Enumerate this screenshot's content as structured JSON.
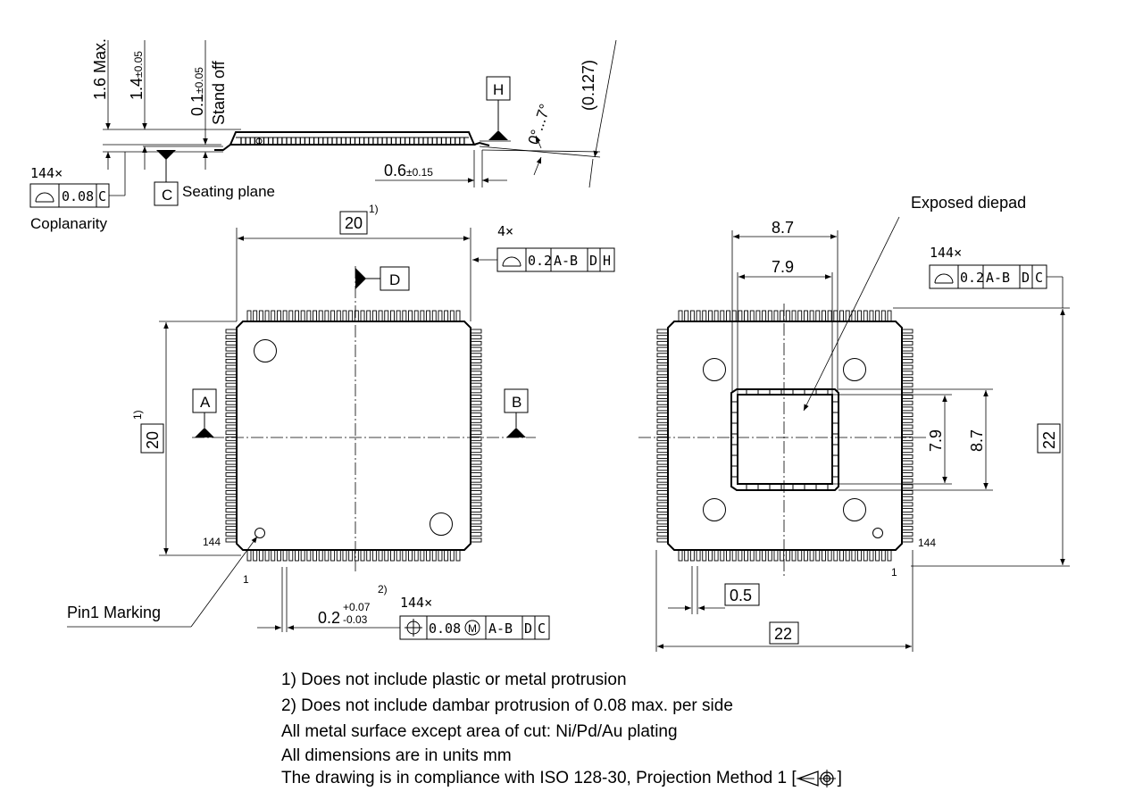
{
  "side_view": {
    "max_height": "1.6 Max.",
    "body_height": "1.4",
    "body_height_tol": "±0.05",
    "standoff": "0.1",
    "standoff_tol": "±0.05",
    "standoff_label": "Stand off",
    "datum_h": "H",
    "angle": "0°...7°",
    "lead_thickness": "(0.127)",
    "foot_length": "0.6",
    "foot_length_tol": "±0.15",
    "datum_c": "C",
    "seating_plane": "Seating plane",
    "coplanarity_count": "144×",
    "coplanarity_value": "0.08",
    "coplanarity_datum": "C",
    "coplanarity_label": "Coplanarity"
  },
  "top_view": {
    "width": "20",
    "width_note": "1)",
    "height": "20",
    "height_note": "1)",
    "profile_count": "4×",
    "profile_fcf": [
      "0.2",
      "A-B",
      "D",
      "H"
    ],
    "datum_a": "A",
    "datum_b": "B",
    "datum_d": "D",
    "pin_144": "144",
    "pin_1": "1",
    "pin1_marking": "Pin1 Marking",
    "lead_width": "0.2",
    "lead_width_tol_plus": "+0.07",
    "lead_width_tol_minus": "-0.03",
    "lead_width_note": "2)",
    "position_count": "144×",
    "position_fcf": [
      "0.08",
      "M",
      "A-B",
      "D",
      "C"
    ]
  },
  "bottom_view": {
    "exposed_diepad": "Exposed diepad",
    "pad_outer_w": "8.7",
    "pad_inner_w": "7.9",
    "pad_inner_h": "7.9",
    "pad_outer_h": "8.7",
    "profile_count": "144×",
    "profile_fcf": [
      "0.2",
      "A-B",
      "D",
      "C"
    ],
    "overall_height": "22",
    "overall_width": "22",
    "pitch": "0.5",
    "pin_144": "144",
    "pin_1": "1"
  },
  "notes": [
    "1) Does not include plastic or metal protrusion",
    "2) Does not include dambar protrusion of 0.08 max. per side",
    "All metal surface except area of cut: Ni/Pd/Au plating",
    "All dimensions are in units mm",
    "The drawing is in compliance with ISO 128-30, Projection Method 1 ["
  ],
  "notes_end": "]",
  "icons": [
    "surface-profile-icon",
    "position-icon",
    "maximum-material-icon",
    "projection-method-icon"
  ]
}
